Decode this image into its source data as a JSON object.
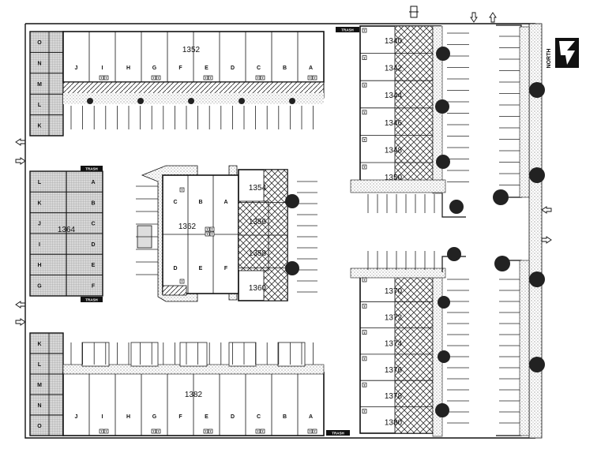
{
  "north_label": "NORTH",
  "trash_label": "TRASH",
  "b1352": {
    "number": "1352",
    "units": [
      "J",
      "I",
      "H",
      "G",
      "F",
      "E",
      "D",
      "C",
      "B",
      "A"
    ],
    "side": [
      "O",
      "N",
      "M",
      "L",
      "K"
    ]
  },
  "b1382": {
    "number": "1382",
    "units": [
      "J",
      "I",
      "H",
      "G",
      "F",
      "E",
      "D",
      "C",
      "B",
      "A"
    ],
    "side": [
      "K",
      "L",
      "M",
      "N",
      "O"
    ]
  },
  "b1364": {
    "number": "1364",
    "left": [
      "L",
      "K",
      "J",
      "I",
      "H",
      "G"
    ],
    "right": [
      "A",
      "B",
      "C",
      "D",
      "E",
      "F"
    ]
  },
  "b1362": {
    "number": "1362",
    "top": [
      "C",
      "B",
      "A"
    ],
    "bottom": [
      "D",
      "E",
      "F"
    ]
  },
  "b1354": {
    "numbers": [
      "1354",
      "1356",
      "1358",
      "1360"
    ]
  },
  "b1340": {
    "numbers": [
      "1340",
      "1342",
      "1344",
      "1346",
      "1348",
      "1350"
    ]
  },
  "b1370": {
    "numbers": [
      "1370",
      "1372",
      "1374",
      "1376",
      "1378",
      "1380"
    ]
  },
  "colors": {
    "ink": "#111111",
    "hatch_gray": "#bdbdbd"
  },
  "icons": [
    "north-arrow-icon",
    "entry-arrow-icon",
    "shrub-icon",
    "hydrant-icon"
  ]
}
